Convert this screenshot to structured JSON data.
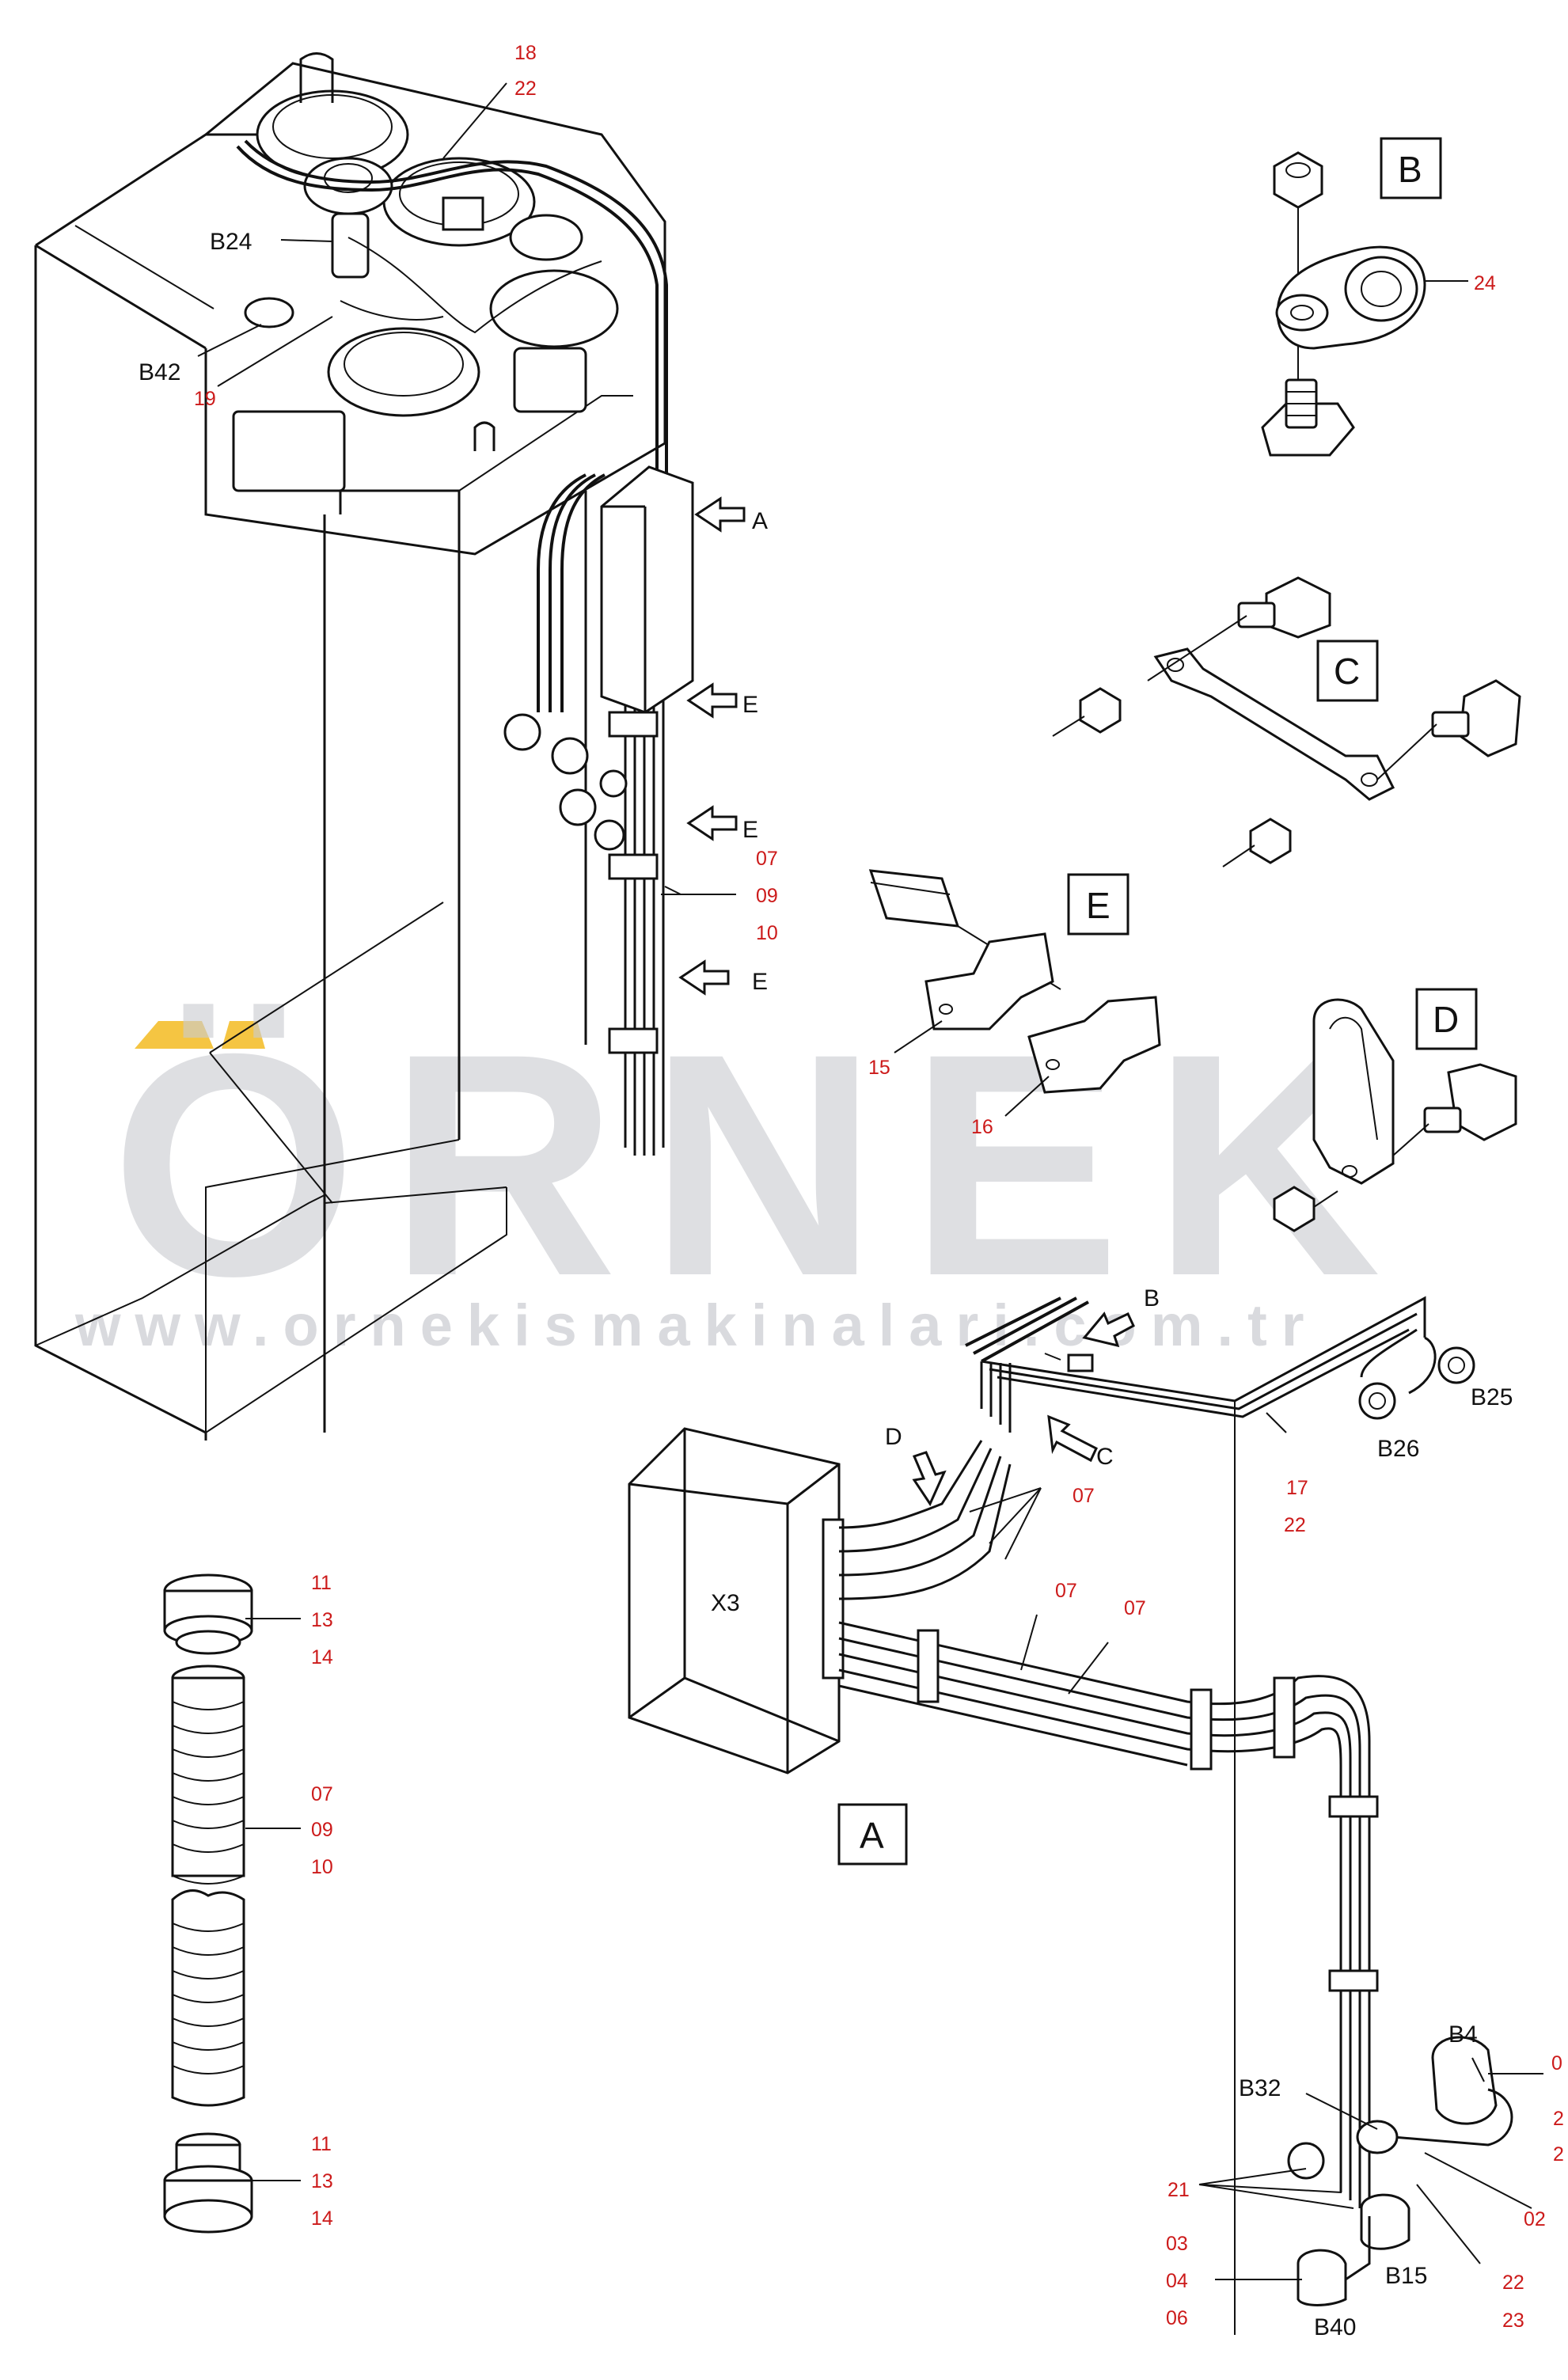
{
  "watermark": {
    "brand": "ÖRNEK",
    "url": "www.ornekismakinalari.com.tr",
    "accent_color": "#f5c542",
    "text_color": "#c9cbd0"
  },
  "component_labels": {
    "b24": "B24",
    "b42": "B42",
    "b25": "B25",
    "b26": "B26",
    "b4": "B4",
    "b32": "B32",
    "b15": "B15",
    "b40": "B40",
    "x3": "X3",
    "arrow_a": "A",
    "arrow_e1": "E",
    "arrow_e2": "E",
    "arrow_e3": "E",
    "arrow_b": "B",
    "arrow_c": "C",
    "arrow_d": "D"
  },
  "detail_boxes": {
    "b": "B",
    "c": "C",
    "d": "D",
    "e": "E",
    "a": "A"
  },
  "part_numbers": {
    "n18": "18",
    "n22_top": "22",
    "n19": "19",
    "n24": "24",
    "n07_mid": "07",
    "n09_mid": "09",
    "n10_mid": "10",
    "n15": "15",
    "n16": "16",
    "n17": "17",
    "n22_b": "22",
    "n07_c": "07",
    "n07_d": "07",
    "n07_e": "07",
    "n11_top": "11",
    "n13_top": "13",
    "n14_top": "14",
    "n07_hose": "07",
    "n09_hose": "09",
    "n10_hose": "10",
    "n11_bot": "11",
    "n13_bot": "13",
    "n14_bot": "14",
    "n0_edge": "0",
    "n2_edge1": "2",
    "n2_edge2": "2",
    "n02": "02",
    "n21": "21",
    "n03": "03",
    "n04": "04",
    "n06": "06",
    "n22_bot": "22",
    "n23": "23"
  }
}
